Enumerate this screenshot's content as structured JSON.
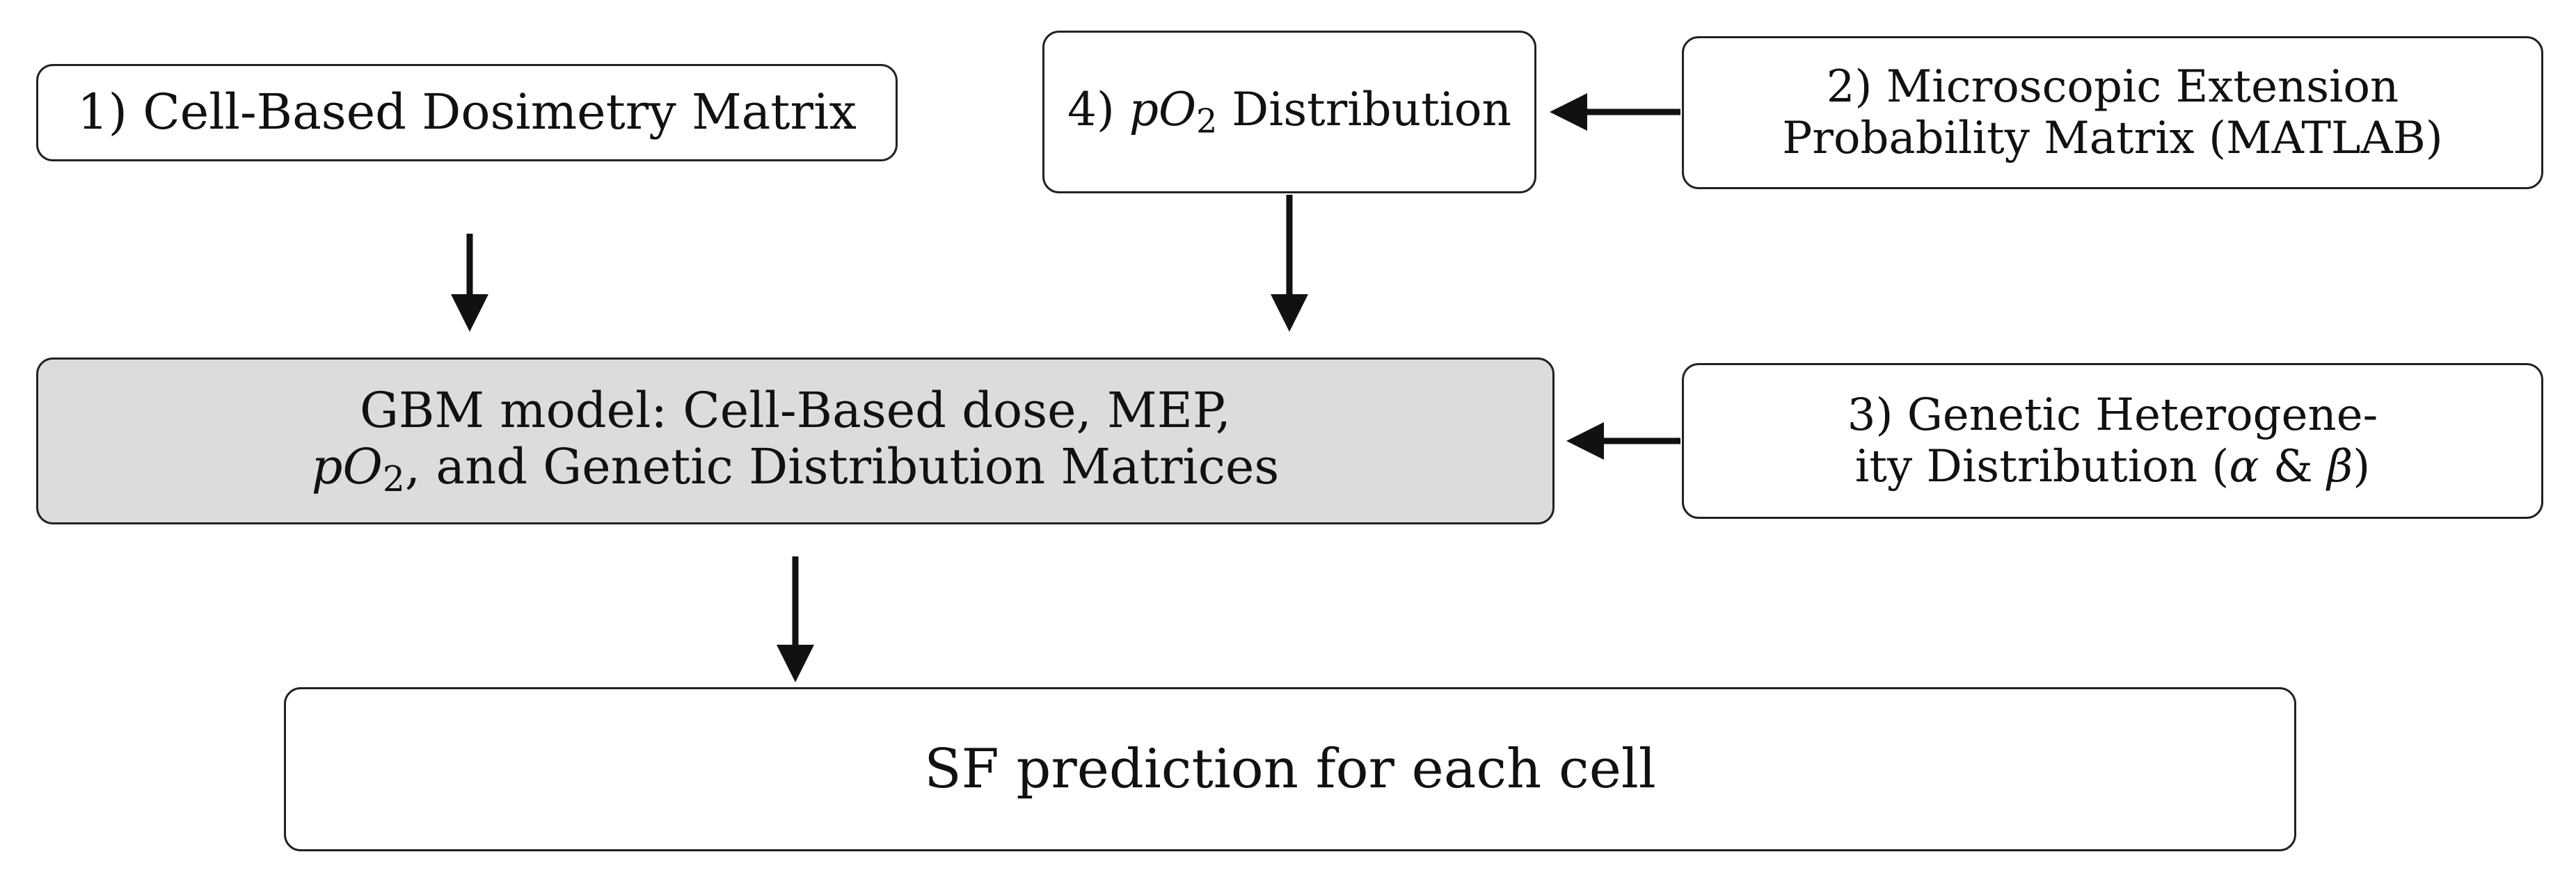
{
  "diagram": {
    "box1": {
      "label": "1) Cell-Based Dosimetry Matrix"
    },
    "box4": {
      "prefix": "4)",
      "p": "p",
      "o": "O",
      "sub": "2",
      "suffix": " Distribution"
    },
    "box2": {
      "line1": "2) Microscopic Extension",
      "line2": "Probability Matrix (MATLAB)"
    },
    "gbm": {
      "line1": "GBM model: Cell-Based dose, MEP,",
      "line2_p": "p",
      "line2_o": "O",
      "line2_sub": "2",
      "line2_rest": ", and Genetic Distribution Matrices"
    },
    "box3": {
      "line1": "3) Genetic Heterogene-",
      "line2_pre": "ity Distribution (",
      "alpha": "α",
      "amp": " & ",
      "beta": "β",
      "line2_post": ")"
    },
    "sf": {
      "label": "SF prediction for each cell"
    },
    "colors": {
      "stroke": "#222222",
      "shaded_fill": "#dcdcdc",
      "fill": "#ffffff",
      "arrow": "#111111"
    }
  }
}
